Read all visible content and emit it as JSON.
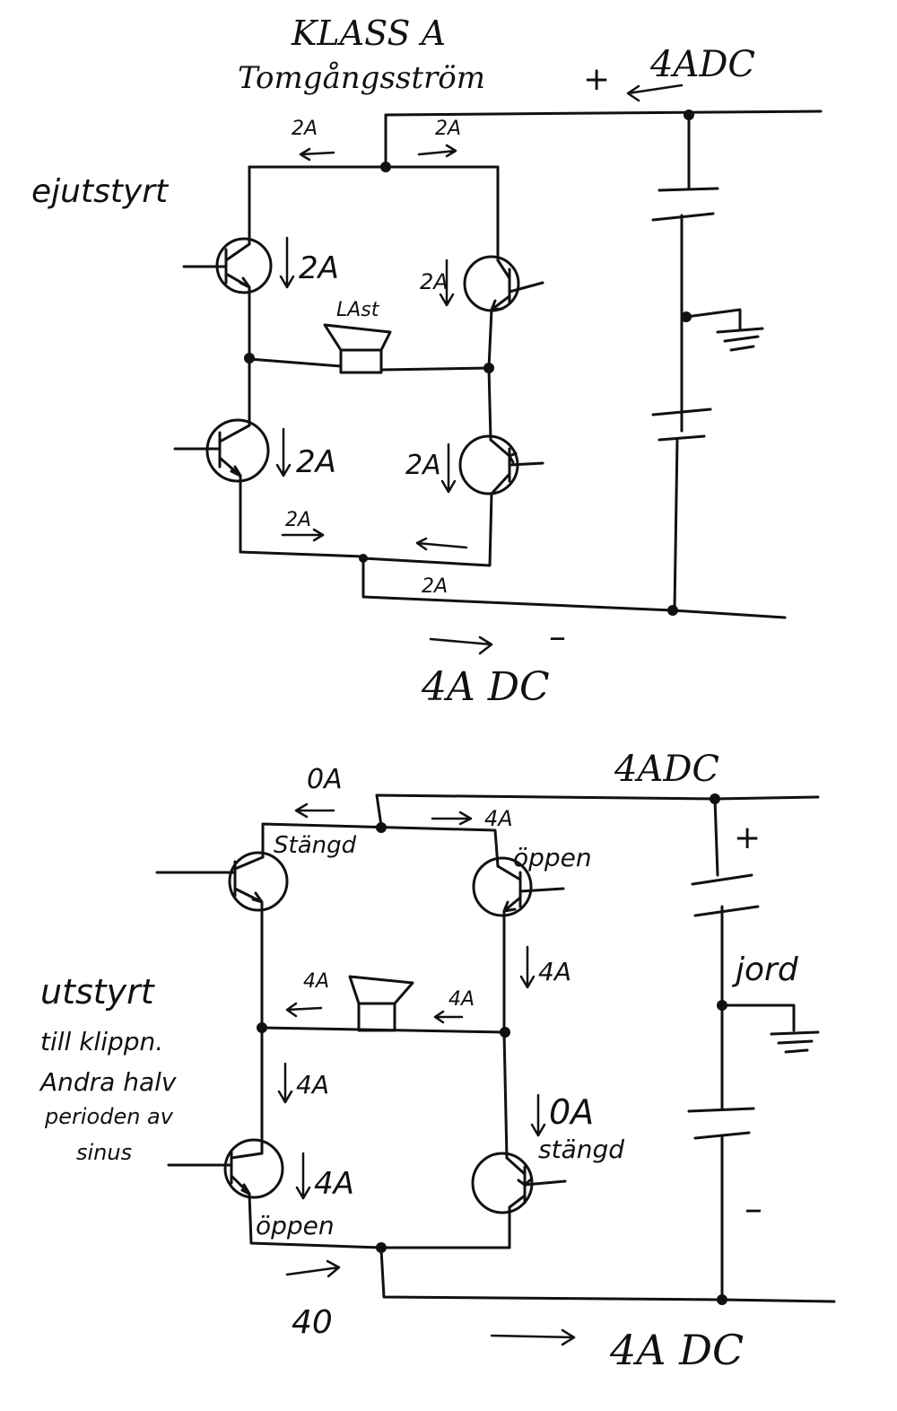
{
  "top": {
    "title": "KLASS A",
    "subtitle": "Tomgångsström",
    "plus": "+",
    "supply_in": "4ADC",
    "side_note": "ejutstyrt",
    "i_left_top": "2A",
    "i_right_top": "2A",
    "i_q1": "2A",
    "i_q2": "2A",
    "load": "LAst",
    "i_q3": "2A",
    "i_q4": "2A",
    "i_bot_left": "2A",
    "i_bot_right": "2A",
    "minus": "–",
    "supply_out": "4A DC"
  },
  "bottom": {
    "i_left_top": "0A",
    "i_right_top": "4A",
    "supply_in": "4ADC",
    "q1_state": "Stängd",
    "q2_state": "öppen",
    "plus": "+",
    "i_right_mid": "4A",
    "ground": "jord",
    "i_load_left": "4A",
    "i_load_right": "4A",
    "side_note": [
      "utstyrt",
      "till klippn.",
      "Andra halv",
      "perioden av",
      "sinus"
    ],
    "i_q3_above": "4A",
    "i_q3": "4A",
    "q3_state": "öppen",
    "i_q4": "0A",
    "q4_state": "stängd",
    "minus": "–",
    "i_bottom": "40",
    "supply_out": "4A DC"
  }
}
